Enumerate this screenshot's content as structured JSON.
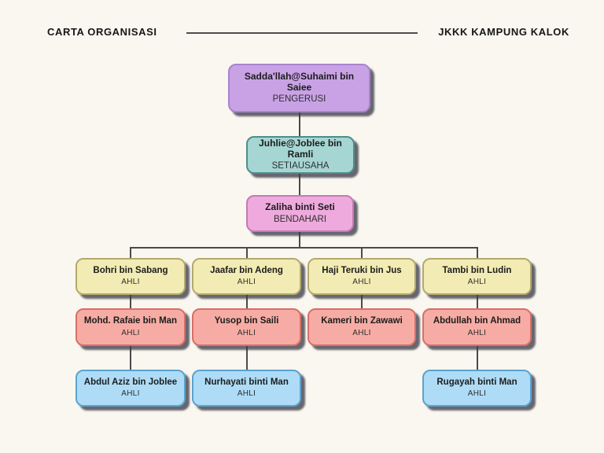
{
  "header": {
    "title_left": "CARTA ORGANISASI",
    "title_right": "JKKK KAMPUNG KALOK"
  },
  "palette": {
    "background": "#faf7f0",
    "connector_line": "#4a4a4a",
    "shadow": "#3e3e4a",
    "purple_fill": "#c9a2e6",
    "purple_border": "#a983cf",
    "teal_fill": "#a6d6d3",
    "teal_border": "#4e8d8c",
    "pink_fill": "#efaadd",
    "pink_border": "#c579b5",
    "yellow_fill": "#f2ecb4",
    "yellow_border": "#b3a96e",
    "salmon_fill": "#f6aca4",
    "salmon_border": "#d86f66",
    "blue_fill": "#aedcf7",
    "blue_border": "#5ba3cf"
  },
  "org": {
    "nodes": [
      {
        "name": "Sadda'llah@Suhaimi bin Saiee",
        "role": "PENGERUSI"
      },
      {
        "name": "Juhlie@Joblee bin Ramli",
        "role": "SETIAUSAHA"
      },
      {
        "name": "Zaliha binti Seti",
        "role": "BENDAHARI"
      },
      {
        "name": "Bohri bin Sabang",
        "role": "AHLI"
      },
      {
        "name": "Jaafar bin Adeng",
        "role": "AHLI"
      },
      {
        "name": "Haji Teruki bin Jus",
        "role": "AHLI"
      },
      {
        "name": "Tambi bin Ludin",
        "role": "AHLI"
      },
      {
        "name": "Mohd. Rafaie bin Man",
        "role": "AHLI"
      },
      {
        "name": "Yusop bin Saili",
        "role": "AHLI"
      },
      {
        "name": "Kameri bin Zawawi",
        "role": "AHLI"
      },
      {
        "name": "Abdullah bin Ahmad",
        "role": "AHLI"
      },
      {
        "name": "Abdul Aziz bin Joblee",
        "role": "AHLI"
      },
      {
        "name": "Nurhayati binti Man",
        "role": "AHLI"
      },
      {
        "name": "Rugayah binti Man",
        "role": "AHLI"
      }
    ]
  }
}
